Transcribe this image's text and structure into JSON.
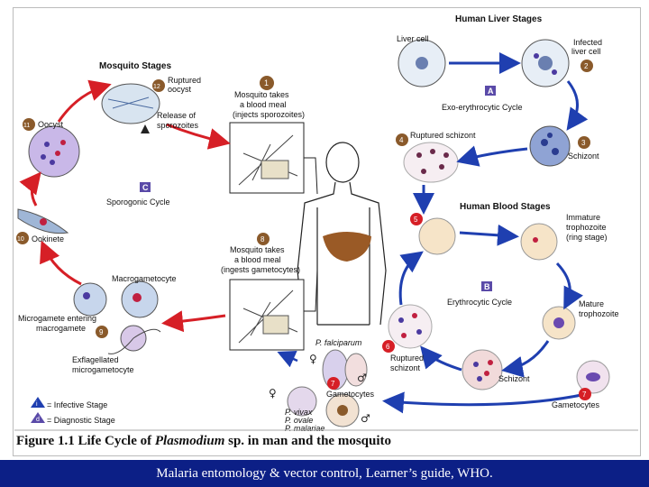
{
  "stages": {
    "mosquito": "Mosquito Stages",
    "liver": "Human Liver Stages",
    "blood": "Human Blood Stages"
  },
  "cycles": {
    "A": {
      "letter": "A",
      "label": "Exo-erythrocytic Cycle"
    },
    "B": {
      "letter": "B",
      "label": "Erythrocytic Cycle"
    },
    "C": {
      "letter": "C",
      "label": "Sporogonic Cycle"
    }
  },
  "steps": {
    "s1": {
      "num": "1",
      "label": "Mosquito takes",
      "label2": "a blood meal",
      "label3": "(injects sporozoites)"
    },
    "s2": {
      "num": "2",
      "label": "Infected",
      "label2": "liver cell"
    },
    "s3": {
      "num": "3",
      "label": "Schizont"
    },
    "s4": {
      "num": "4",
      "label": "Ruptured schizont"
    },
    "s5": {
      "num": "5"
    },
    "s6": {
      "num": "6",
      "label": "Ruptured",
      "label2": "schizont"
    },
    "s7": {
      "num": "7",
      "label": "Gametocytes"
    },
    "s8": {
      "num": "8",
      "label": "Mosquito takes",
      "label2": "a blood meal",
      "label3": "(ingests gametocytes)"
    },
    "s9": {
      "num": "9",
      "label": "Microgamete entering",
      "label2": "macrogamete"
    },
    "s10": {
      "num": "10",
      "label": "Ookinete"
    },
    "s11": {
      "num": "11",
      "label": "Oocyst"
    },
    "s12": {
      "num": "12",
      "label": "Ruptured",
      "label2": "oocyst"
    }
  },
  "labels": {
    "liver_cell": "Liver cell",
    "release": "Release of",
    "release2": "sporozoites",
    "immature": "Immature",
    "immature2": "trophozoite",
    "immature3": "(ring stage)",
    "mature": "Mature",
    "mature2": "trophozoite",
    "schizont_b": "Schizont",
    "gametocytes_b": "Gametocytes",
    "macrogametocyte": "Macrogametocyte",
    "exflag": "Exflagellated",
    "exflag2": "microgametocyte",
    "pf": "P. falciparum",
    "pv": "P. vivax",
    "po": "P. ovale",
    "pm": "P. malariae",
    "infective": "= Infective Stage",
    "diagnostic": "= Diagnostic Stage",
    "i_mark": "i",
    "d_mark": "d",
    "female": "♀",
    "male": "♂"
  },
  "caption": {
    "prefix": "Figure 1.1  Life Cycle of ",
    "genus": "Plasmodium",
    "suffix": " sp. in man and the mosquito"
  },
  "footer": "Malaria entomology & vector control, Learner’s guide, WHO.",
  "colors": {
    "red_arrow": "#d61f26",
    "blue_arrow": "#1f3fb0",
    "number_badge": "#8a5a2b",
    "letter_badge": "#5a4aa8",
    "footer_bg": "#0c1f86"
  }
}
